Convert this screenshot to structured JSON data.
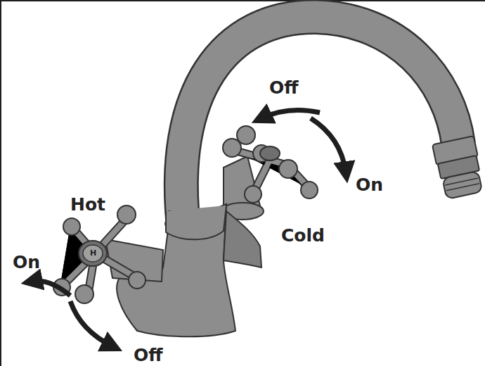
{
  "diagram": {
    "labels": [
      "Off",
      "On",
      "Hot",
      "Cold",
      "On",
      "Off",
      "H"
    ]
  }
}
